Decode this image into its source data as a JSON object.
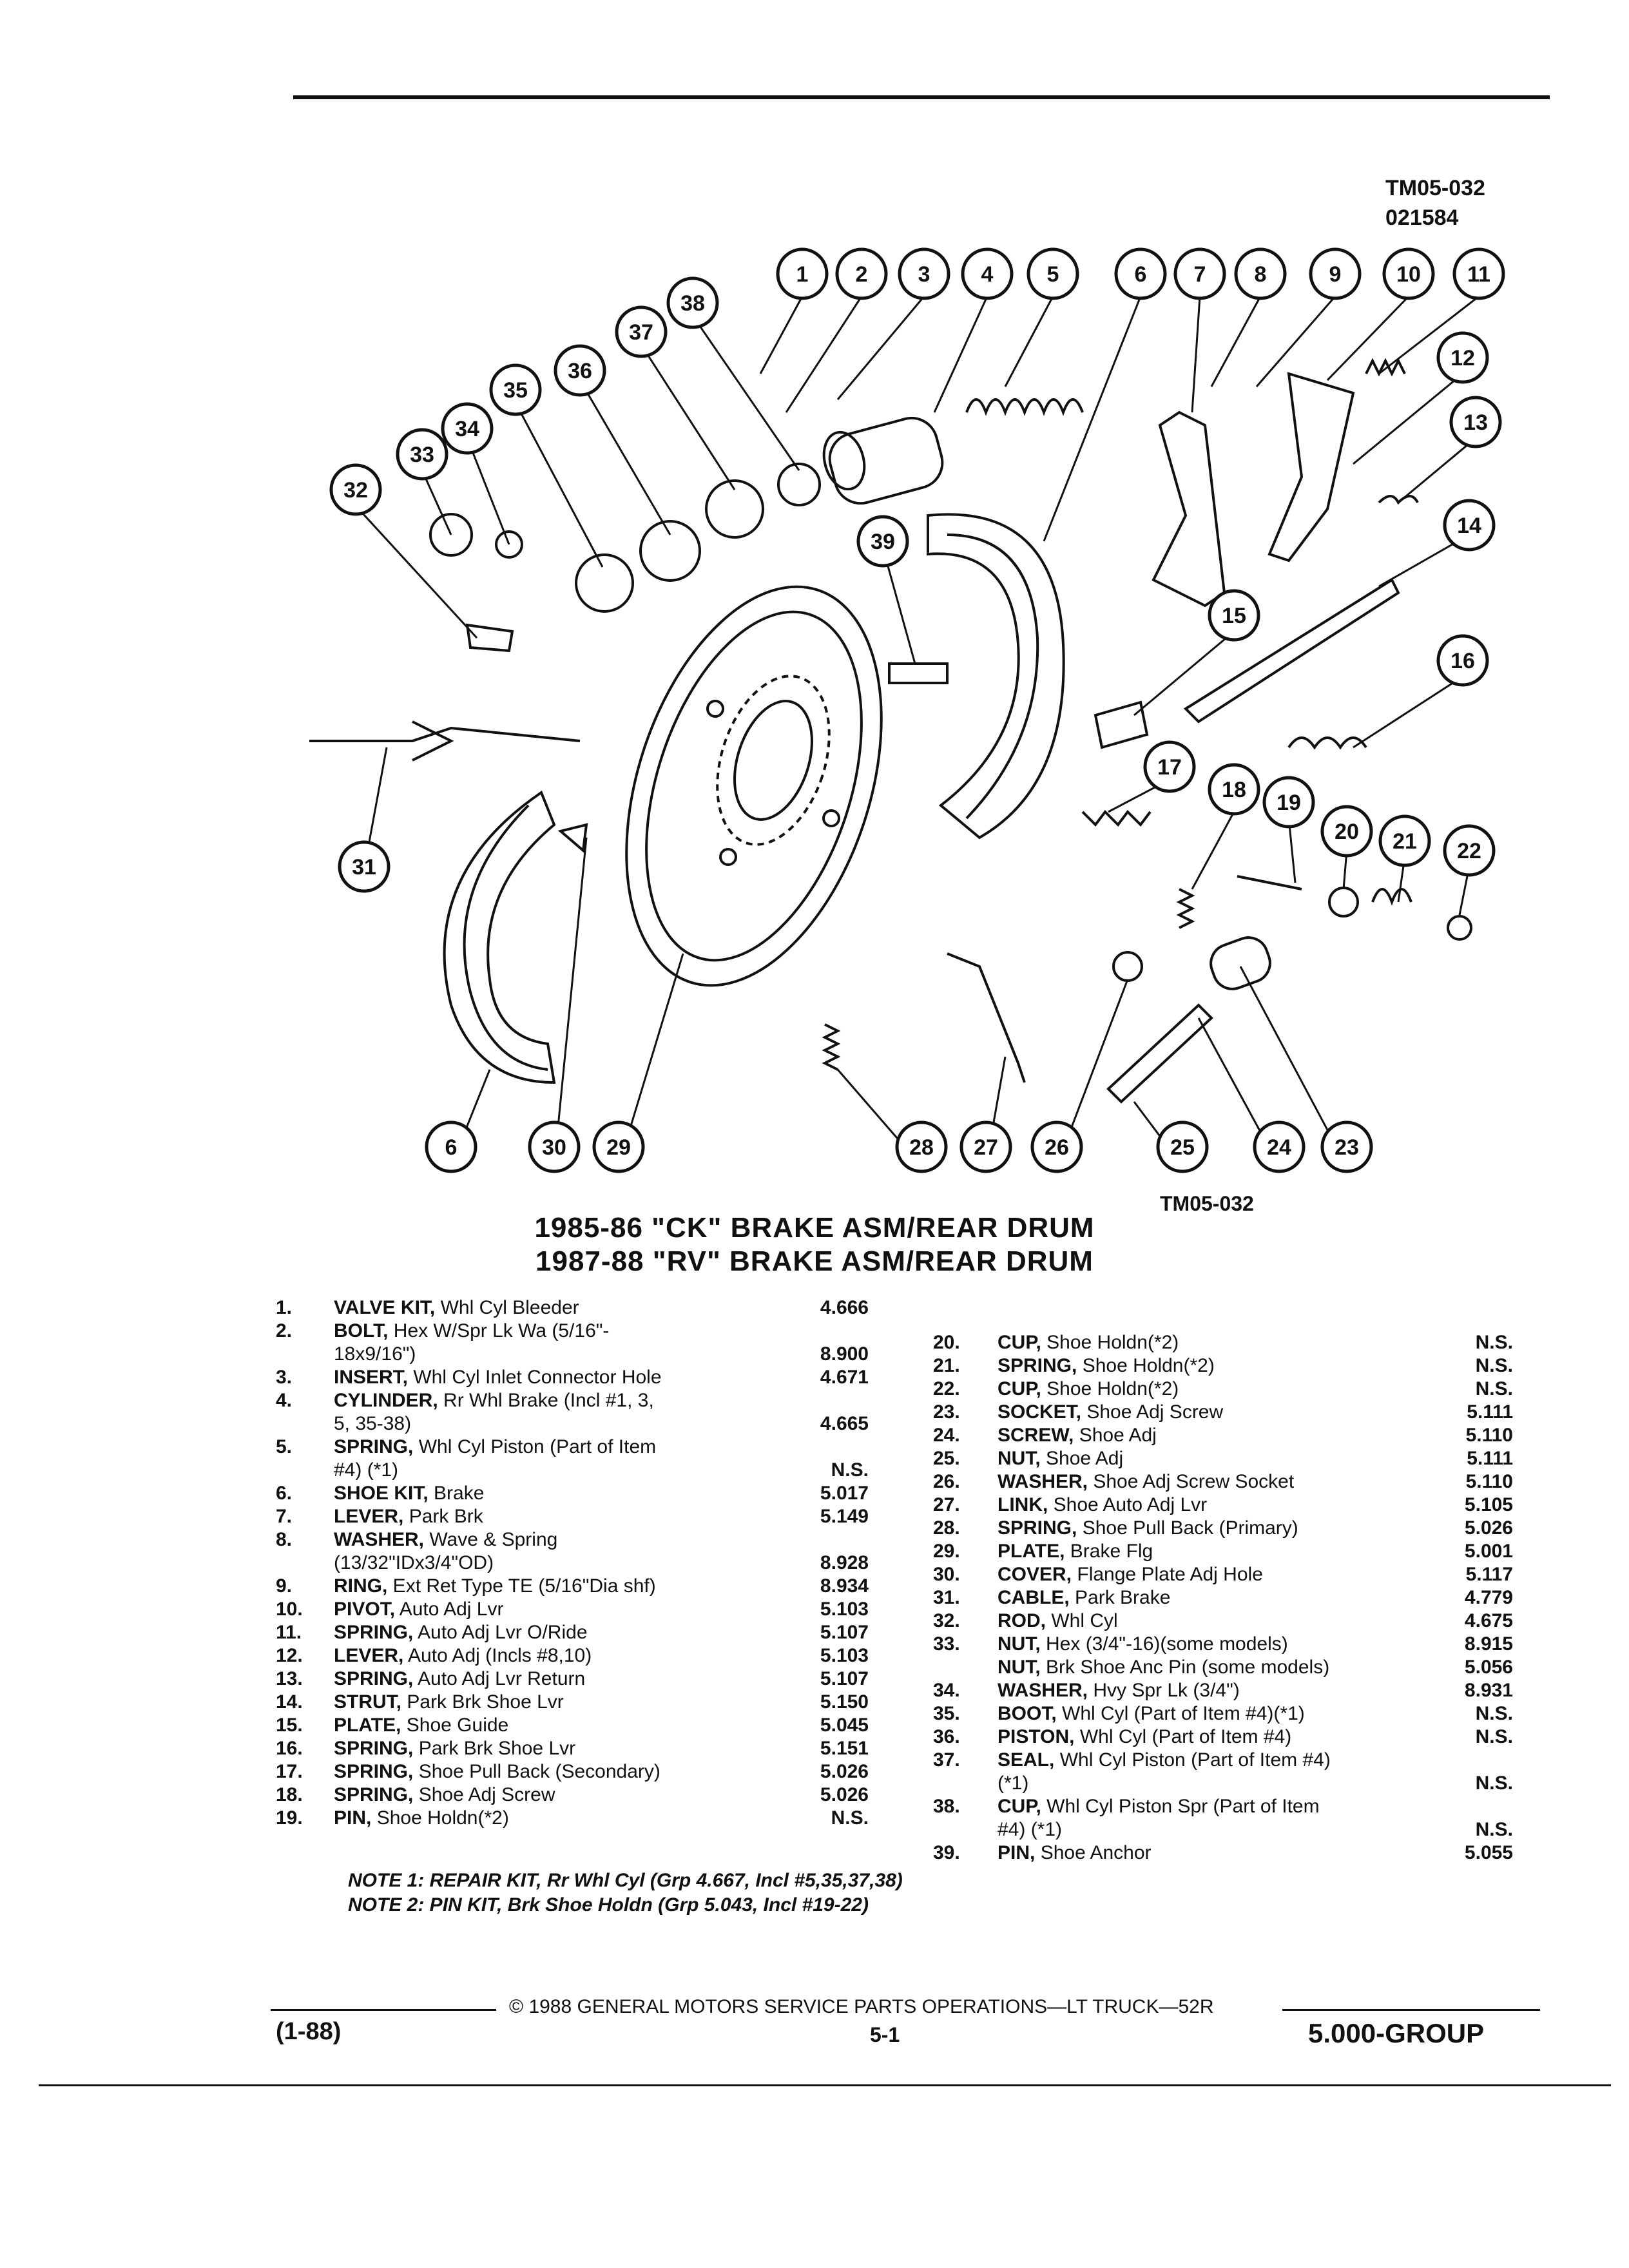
{
  "drawing_code_top": "TM05-032",
  "drawing_date": "021584",
  "drawing_code_bottom": "TM05-032",
  "title_line_1": "1985-86 \"CK\" BRAKE ASM/REAR DRUM",
  "title_line_2": "1987-88 \"RV\" BRAKE ASM/REAR DRUM",
  "callouts": [
    "1",
    "2",
    "3",
    "4",
    "5",
    "6",
    "7",
    "8",
    "9",
    "10",
    "11",
    "12",
    "13",
    "14",
    "15",
    "16",
    "17",
    "18",
    "19",
    "20",
    "21",
    "22",
    "23",
    "24",
    "25",
    "26",
    "27",
    "28",
    "29",
    "30",
    "31",
    "32",
    "33",
    "34",
    "35",
    "36",
    "37",
    "38",
    "39",
    "6"
  ],
  "parts_left": [
    {
      "num": "1.",
      "name": "VALVE KIT,",
      "desc": " Whl Cyl Bleeder",
      "value": "4.666",
      "lines": 1
    },
    {
      "num": "2.",
      "name": "BOLT,",
      "desc": " Hex W/Spr Lk Wa (5/16\"-\n18x9/16\")",
      "value": "8.900",
      "lines": 2
    },
    {
      "num": "3.",
      "name": "INSERT,",
      "desc": " Whl Cyl Inlet Connector Hole",
      "value": "4.671",
      "lines": 1
    },
    {
      "num": "4.",
      "name": "CYLINDER,",
      "desc": " Rr Whl Brake (Incl #1, 3,\n5, 35-38)",
      "value": "4.665",
      "lines": 2
    },
    {
      "num": "5.",
      "name": "SPRING,",
      "desc": " Whl Cyl Piston (Part of Item\n#4) (*1)",
      "value": "N.S.",
      "lines": 2
    },
    {
      "num": "6.",
      "name": "SHOE KIT,",
      "desc": " Brake",
      "value": "5.017",
      "lines": 1
    },
    {
      "num": "7.",
      "name": "LEVER,",
      "desc": " Park Brk",
      "value": "5.149",
      "lines": 1
    },
    {
      "num": "8.",
      "name": "WASHER,",
      "desc": " Wave & Spring\n(13/32\"IDx3/4\"OD)",
      "value": "8.928",
      "lines": 2
    },
    {
      "num": "9.",
      "name": "RING,",
      "desc": " Ext Ret Type TE (5/16\"Dia shf)",
      "value": "8.934",
      "lines": 1
    },
    {
      "num": "10.",
      "name": "PIVOT,",
      "desc": " Auto Adj Lvr",
      "value": "5.103",
      "lines": 1
    },
    {
      "num": "11.",
      "name": "SPRING,",
      "desc": " Auto Adj Lvr O/Ride",
      "value": "5.107",
      "lines": 1
    },
    {
      "num": "12.",
      "name": "LEVER,",
      "desc": " Auto Adj (Incls #8,10)",
      "value": "5.103",
      "lines": 1
    },
    {
      "num": "13.",
      "name": "SPRING,",
      "desc": " Auto Adj Lvr Return",
      "value": "5.107",
      "lines": 1
    },
    {
      "num": "14.",
      "name": "STRUT,",
      "desc": " Park Brk Shoe Lvr",
      "value": "5.150",
      "lines": 1
    },
    {
      "num": "15.",
      "name": "PLATE,",
      "desc": " Shoe Guide",
      "value": "5.045",
      "lines": 1
    },
    {
      "num": "16.",
      "name": "SPRING,",
      "desc": " Park Brk Shoe Lvr",
      "value": "5.151",
      "lines": 1
    },
    {
      "num": "17.",
      "name": "SPRING,",
      "desc": " Shoe Pull Back (Secondary)",
      "value": "5.026",
      "lines": 1
    },
    {
      "num": "18.",
      "name": "SPRING,",
      "desc": " Shoe Adj Screw",
      "value": "5.026",
      "lines": 1
    },
    {
      "num": "19.",
      "name": "PIN,",
      "desc": " Shoe Holdn(*2)",
      "value": "N.S.",
      "lines": 1
    }
  ],
  "parts_right": [
    {
      "num": "20.",
      "name": "CUP,",
      "desc": " Shoe Holdn(*2)",
      "value": "N.S.",
      "lines": 1
    },
    {
      "num": "21.",
      "name": "SPRING,",
      "desc": " Shoe Holdn(*2)",
      "value": "N.S.",
      "lines": 1
    },
    {
      "num": "22.",
      "name": "CUP,",
      "desc": " Shoe Holdn(*2)",
      "value": "N.S.",
      "lines": 1
    },
    {
      "num": "23.",
      "name": "SOCKET,",
      "desc": " Shoe Adj Screw",
      "value": "5.111",
      "lines": 1
    },
    {
      "num": "24.",
      "name": "SCREW,",
      "desc": " Shoe Adj",
      "value": "5.110",
      "lines": 1
    },
    {
      "num": "25.",
      "name": "NUT,",
      "desc": " Shoe Adj",
      "value": "5.111",
      "lines": 1
    },
    {
      "num": "26.",
      "name": "WASHER,",
      "desc": " Shoe Adj Screw Socket",
      "value": "5.110",
      "lines": 1
    },
    {
      "num": "27.",
      "name": "LINK,",
      "desc": " Shoe Auto Adj Lvr",
      "value": "5.105",
      "lines": 1
    },
    {
      "num": "28.",
      "name": "SPRING,",
      "desc": " Shoe Pull Back (Primary)",
      "value": "5.026",
      "lines": 1
    },
    {
      "num": "29.",
      "name": "PLATE,",
      "desc": " Brake Flg",
      "value": "5.001",
      "lines": 1
    },
    {
      "num": "30.",
      "name": "COVER,",
      "desc": " Flange Plate Adj Hole",
      "value": "5.117",
      "lines": 1
    },
    {
      "num": "31.",
      "name": "CABLE,",
      "desc": " Park Brake",
      "value": "4.779",
      "lines": 1
    },
    {
      "num": "32.",
      "name": "ROD,",
      "desc": " Whl Cyl",
      "value": "4.675",
      "lines": 1
    },
    {
      "num": "33.",
      "name": "NUT,",
      "desc": " Hex (3/4\"-16)(some models)",
      "value": "8.915",
      "lines": 1
    },
    {
      "num": "",
      "name": "NUT,",
      "desc": " Brk Shoe Anc Pin (some models)",
      "value": "5.056",
      "lines": 1
    },
    {
      "num": "34.",
      "name": "WASHER,",
      "desc": " Hvy Spr Lk (3/4\")",
      "value": "8.931",
      "lines": 1
    },
    {
      "num": "35.",
      "name": "BOOT,",
      "desc": " Whl Cyl (Part of Item #4)(*1)",
      "value": "N.S.",
      "lines": 1
    },
    {
      "num": "36.",
      "name": "PISTON,",
      "desc": " Whl Cyl (Part of Item #4)",
      "value": "N.S.",
      "lines": 1
    },
    {
      "num": "37.",
      "name": "SEAL,",
      "desc": " Whl Cyl Piston (Part of Item #4)\n(*1)",
      "value": "N.S.",
      "lines": 2
    },
    {
      "num": "38.",
      "name": "CUP,",
      "desc": " Whl Cyl Piston Spr (Part of Item\n#4) (*1)",
      "value": "N.S.",
      "lines": 2
    },
    {
      "num": "39.",
      "name": "PIN,",
      "desc": " Shoe Anchor",
      "value": "5.055",
      "lines": 1
    }
  ],
  "note_1": "NOTE 1: REPAIR KIT, Rr Whl Cyl (Grp 4.667, Incl #5,35,37,38)",
  "note_2": "NOTE 2: PIN KIT, Brk Shoe Holdn (Grp 5.043, Incl #19-22)",
  "footer_date": "(1-88)",
  "footer_copyright": "© 1988 GENERAL MOTORS SERVICE PARTS OPERATIONS—LT TRUCK—52R",
  "footer_page": "5-1",
  "footer_group": "5.000-GROUP"
}
